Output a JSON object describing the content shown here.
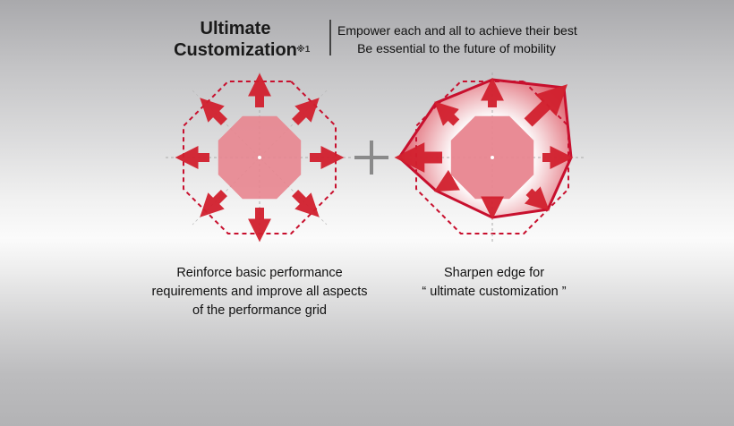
{
  "header": {
    "title_line1": "Ultimate",
    "title_line2": "Customization",
    "title_note": "※1",
    "tagline_line1": "Empower each and all to achieve their best",
    "tagline_line2": "Be essential to the future of mobility"
  },
  "diagram": {
    "operator": "+",
    "accent_color": "#c8102e",
    "fill_color": "#e8858f",
    "arrow_color": "#d2202e",
    "dashed_color": "#c8102e"
  },
  "captions": {
    "left_line1": "Reinforce basic performance",
    "left_line2": "requirements and improve all aspects",
    "left_line3": "of the performance grid",
    "right_line1": "Sharpen edge for",
    "right_line2": "“ ultimate customization ”"
  }
}
